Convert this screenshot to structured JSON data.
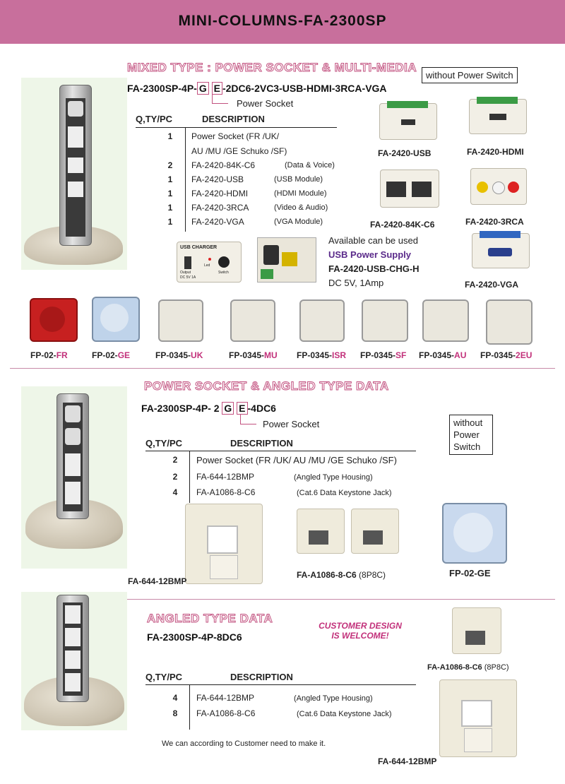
{
  "banner": {
    "title": "MINI-COLUMNS-FA-2300SP"
  },
  "colors": {
    "banner": "#c86f9c",
    "accent": "#c2307a",
    "link": "#5a2a8a"
  },
  "section1": {
    "title": "MIXED TYPE : POWER SOCKET & MULTI-MEDIA",
    "model_prefix": "FA-2300SP-4P-",
    "opt1": "G",
    "opt2": "E",
    "model_suffix": "-2DC6-2VC3-USB-HDMI-3RCA-VGA",
    "power_socket": "Power Socket",
    "no_switch": "without Power Switch",
    "col_qty": "Q,TY/PC",
    "col_desc": "DESCRIPTION",
    "rows": [
      {
        "qty": "1",
        "desc": "Power Socket (FR /UK/",
        "note": ""
      },
      {
        "qty": "",
        "desc": "AU /MU /GE Schuko /SF)",
        "note": ""
      },
      {
        "qty": "2",
        "desc": "FA-2420-84K-C6",
        "note": "(Data & Voice)"
      },
      {
        "qty": "1",
        "desc": "FA-2420-USB",
        "note": "(USB Module)"
      },
      {
        "qty": "1",
        "desc": "FA-2420-HDMI",
        "note": "(HDMI Module)"
      },
      {
        "qty": "1",
        "desc": "FA-2420-3RCA",
        "note": "(Video & Audio)"
      },
      {
        "qty": "1",
        "desc": "FA-2420-VGA",
        "note": "(VGA Module)"
      }
    ],
    "modules": [
      "FA-2420-USB",
      "FA-2420-HDMI",
      "FA-2420-84K-C6",
      "FA-2420-3RCA",
      "FA-2420-VGA"
    ],
    "available_line1": "Available can be used",
    "available_line2": "USB Power Supply",
    "available_line3": "FA-2420-USB-CHG-H",
    "available_line4": "DC 5V, 1Amp",
    "charger_title": "USB CHARGER",
    "charger_output": "Output",
    "charger_dc": "DC 5V 1A",
    "charger_led": "Led",
    "charger_switch": "Switch",
    "sockets": [
      {
        "prefix": "FP-02-",
        "suffix": "FR"
      },
      {
        "prefix": "FP-02-",
        "suffix": "GE"
      },
      {
        "prefix": "FP-0345-",
        "suffix": "UK"
      },
      {
        "prefix": "FP-0345-",
        "suffix": "MU"
      },
      {
        "prefix": "FP-0345-",
        "suffix": "ISR"
      },
      {
        "prefix": "FP-0345-",
        "suffix": "SF"
      },
      {
        "prefix": "FP-0345-",
        "suffix": "AU"
      },
      {
        "prefix": "FP-0345-",
        "suffix": "2EU"
      }
    ]
  },
  "section2": {
    "title": "POWER SOCKET & ANGLED TYPE DATA",
    "model_prefix": "FA-2300SP-4P- 2",
    "opt1": "G",
    "opt2": "E",
    "model_suffix": "-4DC6",
    "power_socket": "Power Socket",
    "no_switch": [
      "without",
      "Power",
      "Switch"
    ],
    "col_qty": "Q,TY/PC",
    "col_desc": "DESCRIPTION",
    "rows": [
      {
        "qty": "2",
        "desc": "Power Socket (FR /UK/ AU /MU /GE Schuko /SF)",
        "note": ""
      },
      {
        "qty": "2",
        "desc": "FA-644-12BMP",
        "note": "(Angled Type Housing)"
      },
      {
        "qty": "4",
        "desc": "FA-A1086-8-C6",
        "note": "(Cat.6 Data Keystone Jack)"
      }
    ],
    "housing_label": "FA-644-12BMP",
    "jack_label": "FA-A1086-8-C6",
    "jack_note": "(8P8C)",
    "socket_label": "FP-02-GE"
  },
  "section3": {
    "title": "ANGLED TYPE DATA",
    "model": "FA-2300SP-4P-8DC6",
    "customer_line1": "CUSTOMER DESIGN",
    "customer_line2": "IS WELCOME!",
    "col_qty": "Q,TY/PC",
    "col_desc": "DESCRIPTION",
    "rows": [
      {
        "qty": "4",
        "desc": "FA-644-12BMP",
        "note": "(Angled Type Housing)"
      },
      {
        "qty": "8",
        "desc": "FA-A1086-8-C6",
        "note": "(Cat.6 Data Keystone Jack)"
      }
    ],
    "jack_label": "FA-A1086-8-C6",
    "jack_note": "(8P8C)",
    "housing_label": "FA-644-12BMP",
    "footer": "We can according to Customer need to make it."
  }
}
